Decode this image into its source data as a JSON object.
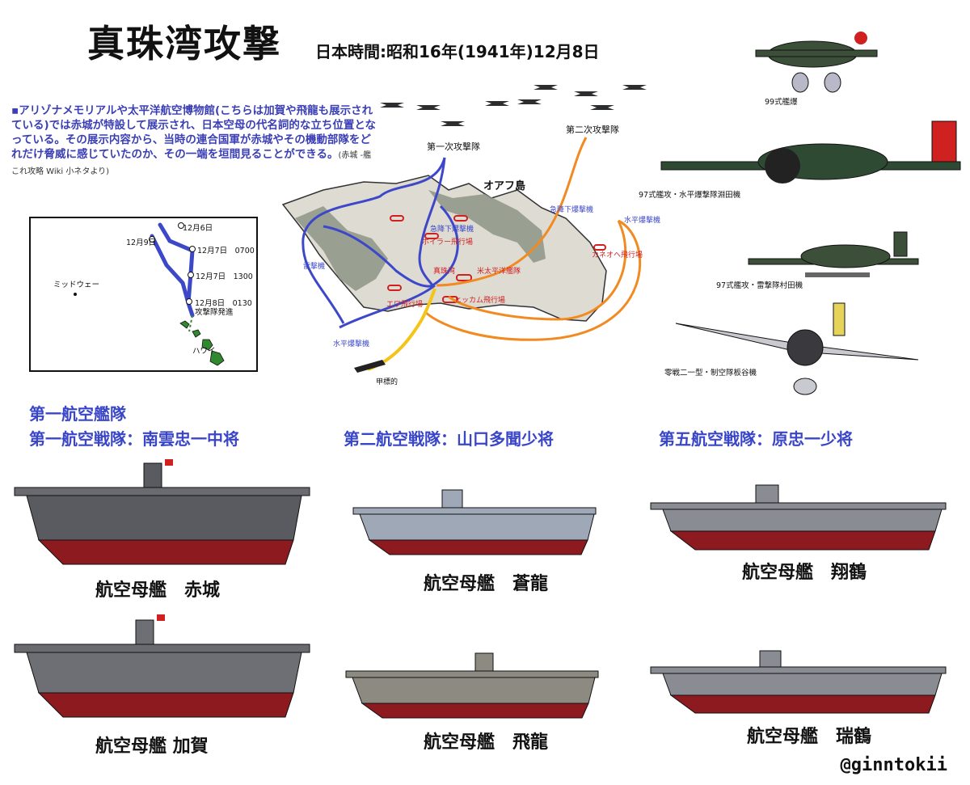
{
  "title": "真珠湾攻撃",
  "subtitle": "日本時間:昭和16年(1941年)12月8日",
  "note": {
    "text": "▪アリゾナメモリアルや太平洋航空博物館(こちらは加賀や飛龍も展示されている)では赤城が特設して展示され、日本空母の代名詞的な立ち位置となっている。その展示内容から、当時の連合国軍が赤城やその機動部隊をどれだけ脅威に感じていたのか、その一端を垣間見ることができる。",
    "source": "(赤城 -艦これ攻略 Wiki 小ネタより)"
  },
  "inset_map": {
    "labels": {
      "dec6": "12月6日",
      "dec9": "12月9日",
      "dec7_0700": "12月7日　0700",
      "dec7_1300": "12月7日　1300",
      "midway": "ミッドウェー",
      "dec8": "12月8日　0130",
      "launch": "攻撃隊発進",
      "hawaii": "ハワイ"
    }
  },
  "oahu_map": {
    "island": "オアフ島",
    "first_wave": "第一次攻撃隊",
    "second_wave": "第二次攻撃隊",
    "dive1": "急降下爆撃機",
    "dive2": "急降下爆撃機",
    "horiz1": "水平爆撃機",
    "horiz2": "水平爆撃機",
    "torpedo": "雷撃機",
    "wheeler": "ホイラー飛行場",
    "kaneohe": "カネオヘ飛行場",
    "pearl": "真珠湾",
    "fleet": "米太平洋艦隊",
    "hickam": "ヒッカム飛行場",
    "ewa": "エワ飛行場",
    "midget": "甲標的"
  },
  "planes": [
    {
      "label": "99式艦爆"
    },
    {
      "label": "97式艦攻・水平爆撃隊淵田機"
    },
    {
      "label": "97式艦攻・雷撃隊村田機"
    },
    {
      "label": "零戦二一型・制空隊板谷機"
    }
  ],
  "fleet": {
    "header": "第一航空艦隊",
    "divisions": [
      "第一航空戦隊：南雲忠一中将",
      "第二航空戦隊：山口多聞少将",
      "第五航空戦隊：原忠一少将"
    ]
  },
  "ships": [
    {
      "name": "航空母艦　赤城"
    },
    {
      "name": "航空母艦　蒼龍"
    },
    {
      "name": "航空母艦　翔鶴"
    },
    {
      "name": "航空母艦 加賀"
    },
    {
      "name": "航空母艦　飛龍"
    },
    {
      "name": "航空母艦　瑞鶴"
    }
  ],
  "credit": "@ginntokii",
  "colors": {
    "blue_route": "#3d48c9",
    "orange_route": "#f28a22",
    "yellow_route": "#f5c418",
    "island": "#dedbd3",
    "ridge": "#8d9485",
    "hull_red": "#8c1a1f",
    "hull_grey": "#8a8c93",
    "hull_dark": "#5a5b60",
    "plane_green": "#3c4f38"
  }
}
